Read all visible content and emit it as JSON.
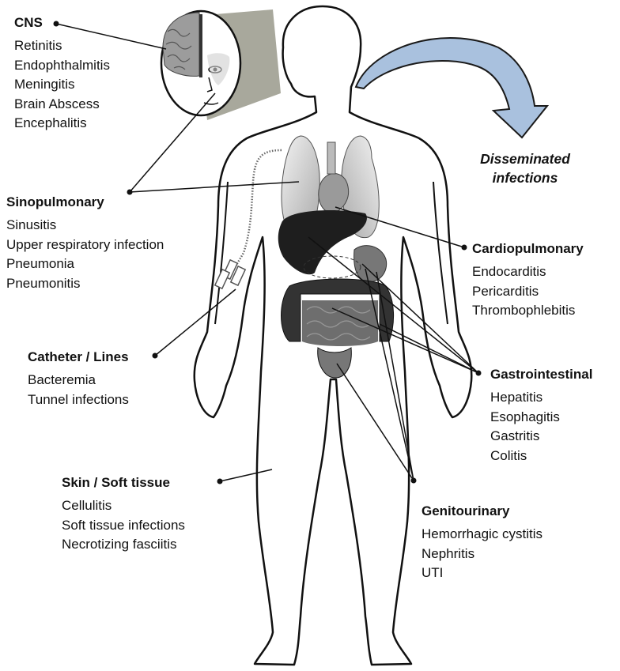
{
  "arrow_label": {
    "line1": "Disseminated",
    "line2": "infections"
  },
  "groups": {
    "cns": {
      "title": "CNS",
      "items": [
        "Retinitis",
        "Endophthalmitis",
        "Meningitis",
        "Brain Abscess",
        "Encephalitis"
      ]
    },
    "sinopulmonary": {
      "title": "Sinopulmonary",
      "items": [
        "Sinusitis",
        "Upper respiratory infection",
        "Pneumonia",
        "Pneumonitis"
      ]
    },
    "catheter": {
      "title": "Catheter / Lines",
      "items": [
        "Bacteremia",
        "Tunnel infections"
      ]
    },
    "skin": {
      "title": "Skin / Soft tissue",
      "items": [
        "Cellulitis",
        "Soft tissue infections",
        "Necrotizing fasciitis"
      ]
    },
    "cardiopulmonary": {
      "title": "Cardiopulmonary",
      "items": [
        "Endocarditis",
        "Pericarditis",
        "Thrombophlebitis"
      ]
    },
    "gastrointestinal": {
      "title": "Gastrointestinal",
      "items": [
        "Hepatitis",
        "Esophagitis",
        "Gastritis",
        "Colitis"
      ]
    },
    "genitourinary": {
      "title": "Genitourinary",
      "items": [
        "Hemorrhagic cystitis",
        "Nephritis",
        "UTI"
      ]
    }
  },
  "colors": {
    "arrow_fill": "#a9c1de",
    "arrow_stroke": "#1a1a1a",
    "projection_fill": "#a8a89c",
    "liver_fill": "#1e1e1e",
    "lung_fill": "#d6d6d6",
    "intestine_fill": "#555555"
  }
}
